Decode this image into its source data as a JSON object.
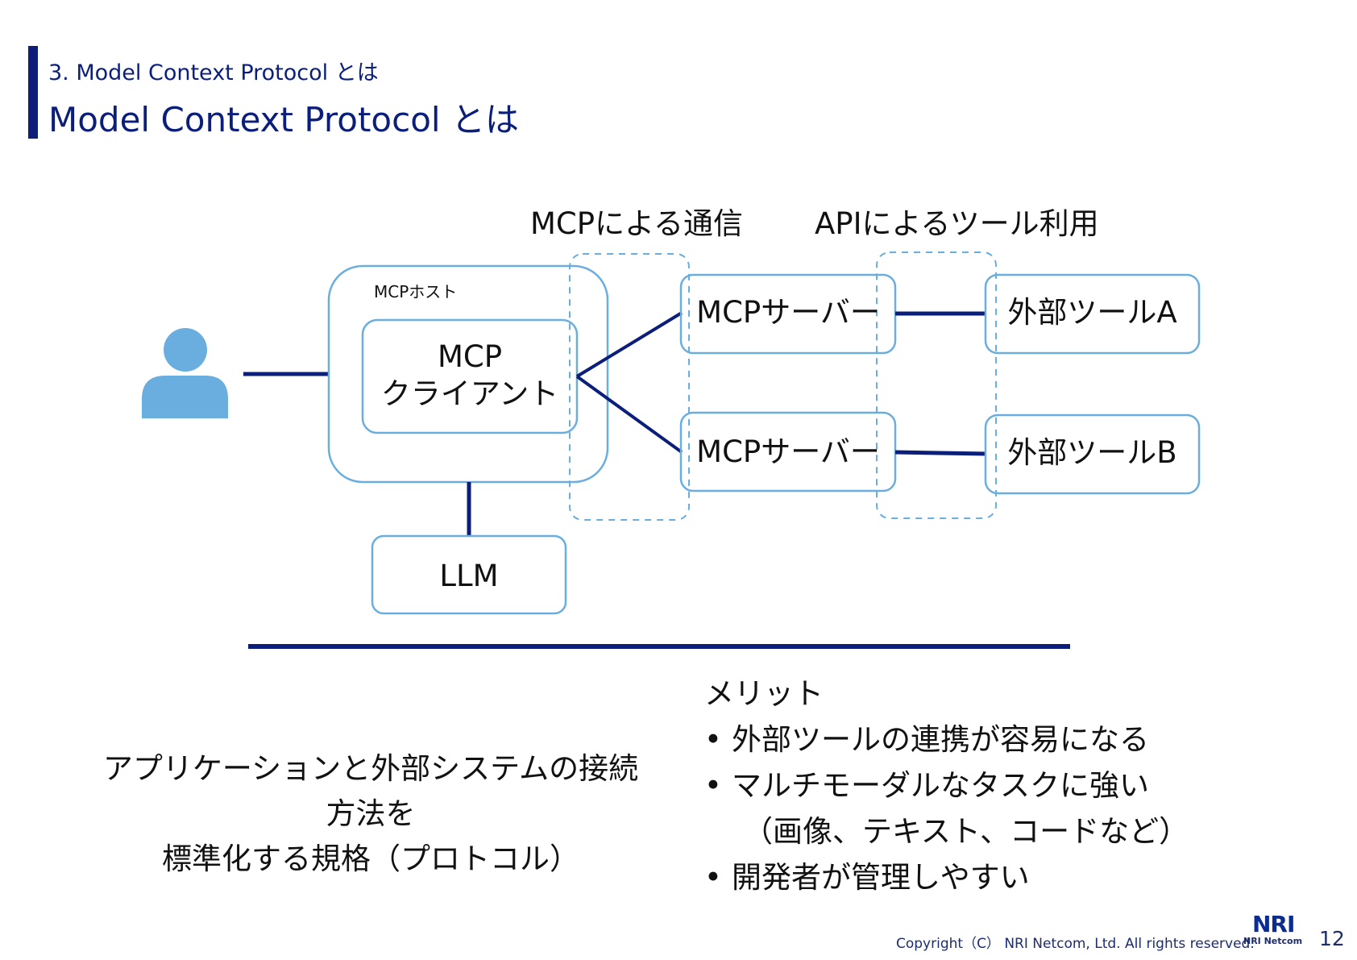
{
  "header": {
    "breadcrumb": "3. Model Context Protocol とは",
    "title": "Model Context Protocol とは"
  },
  "diagram": {
    "labels": {
      "mcp_comm": "MCPによる通信",
      "api_tool_use": "APIによるツール利用",
      "mcp_host": "MCPホスト",
      "mcp_client_line1": "MCP",
      "mcp_client_line2": "クライアント",
      "mcp_server_1": "MCPサーバー",
      "mcp_server_2": "MCPサーバー",
      "external_tool_a": "外部ツールA",
      "external_tool_b": "外部ツールB",
      "llm": "LLM"
    },
    "icons": {
      "user": "user-icon"
    },
    "colors": {
      "box_border": "#6aaee0",
      "connector": "#0b1f7a",
      "dash": "#6aaee0",
      "user_icon": "#6aaee0"
    }
  },
  "summary": {
    "line1": "アプリケーションと外部システムの接続方法を",
    "line2": "標準化する規格（プロトコル）"
  },
  "merits": {
    "title": "メリット",
    "items": [
      "外部ツールの連携が容易になる",
      "マルチモーダルなタスクに強い",
      "（画像、テキスト、コードなど）",
      "開発者が管理しやすい"
    ]
  },
  "footer": {
    "copyright": "Copyright（C） NRI Netcom, Ltd. All rights reserved.",
    "logo_text_1": "NRI",
    "logo_text_2": "NRI Netcom",
    "page_number": "12"
  }
}
